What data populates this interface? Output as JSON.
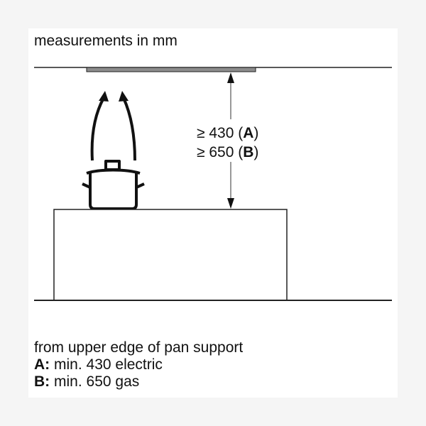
{
  "header": {
    "title": "measurements in mm"
  },
  "dimension": {
    "lines": [
      {
        "prefix": "≥ 430 (",
        "label": "A",
        "suffix": ")"
      },
      {
        "prefix": "≥ 650 (",
        "label": "B",
        "suffix": ")"
      }
    ]
  },
  "notes": {
    "line1": "from upper edge of pan support",
    "items": [
      {
        "label": "A:",
        "text": " min. 430 electric"
      },
      {
        "label": "B:",
        "text": " min. 650 gas"
      }
    ]
  },
  "colors": {
    "background": "#f5f5f5",
    "panel": "#ffffff",
    "hood": "#8c8c8c",
    "line": "#222222"
  }
}
